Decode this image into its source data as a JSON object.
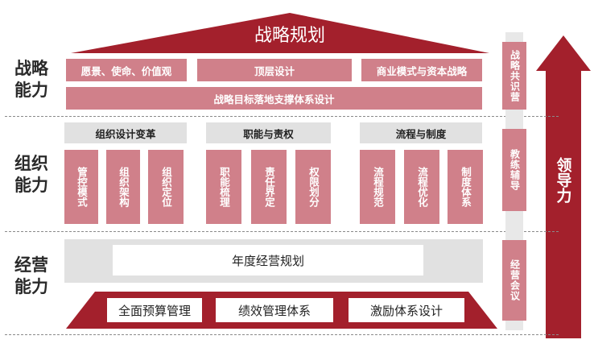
{
  "title": "战略规划",
  "rows": {
    "strategy": "战略\n能力",
    "org": "组织\n能力",
    "ops": "经营\n能力"
  },
  "strategy": {
    "boxes": [
      "愿景、使命、价值观",
      "顶层设计",
      "商业模式与资本战略"
    ],
    "bar": "战略目标落地支撑体系设计"
  },
  "org": {
    "groups": [
      {
        "header": "组织设计变革",
        "items": [
          "管控模式",
          "组织架构",
          "组织定位"
        ]
      },
      {
        "header": "职能与责权",
        "items": [
          "职能梳理",
          "责任界定",
          "权限划分"
        ]
      },
      {
        "header": "流程与制度",
        "items": [
          "流程规范",
          "流程优化",
          "制度体系"
        ]
      }
    ]
  },
  "ops": {
    "plan": "年度经营规划",
    "base": [
      "全面预算管理",
      "绩效管理体系",
      "激励体系设计"
    ]
  },
  "side": [
    "战略共识营",
    "教练辅导",
    "经营会议"
  ],
  "arrow_label": "领导力",
  "colors": {
    "dark_red": "#a3202c",
    "pink": "#d0808a",
    "gray": "#e1e1e1"
  }
}
